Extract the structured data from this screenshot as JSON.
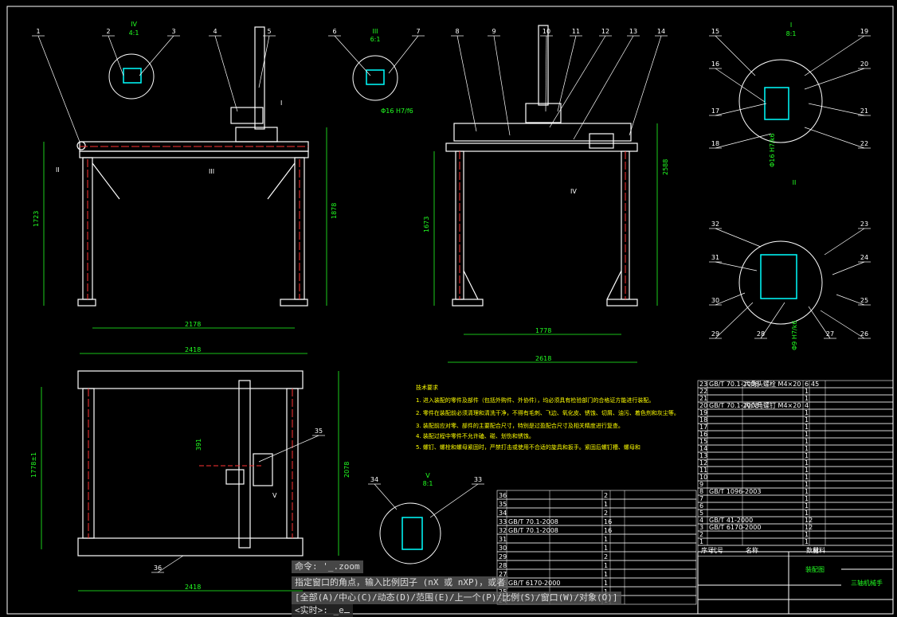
{
  "colors": {
    "background": "#000000",
    "lines": "#ffffff",
    "dimensions": "#22ff22",
    "centerlines": "#ff3333",
    "detail": "#00ffff",
    "notes": "#ffff00"
  },
  "part_callouts": [
    "1",
    "2",
    "3",
    "4",
    "5",
    "6",
    "7",
    "8",
    "9",
    "10",
    "11",
    "12",
    "13",
    "14",
    "15",
    "16",
    "17",
    "18",
    "19",
    "20",
    "21",
    "22",
    "23",
    "24",
    "25",
    "26",
    "27",
    "28",
    "29",
    "30",
    "31",
    "32",
    "33",
    "34",
    "35",
    "36"
  ],
  "section_labels": [
    "IV",
    "4:1",
    "III",
    "6:1",
    "I",
    "8:1",
    "II",
    "V",
    "8:1"
  ],
  "view_markers": [
    "II",
    "III",
    "I",
    "IV",
    "V"
  ],
  "dimensions": {
    "front_height_left": "1723",
    "front_height_right": "1878",
    "front_inner_width": "2178",
    "front_total_width": "2418",
    "side_height": "1673",
    "side_total_height": "2588",
    "side_inner_width": "1778",
    "side_total_width": "2618",
    "top_height_left": "1778±1",
    "top_height_right": "2078",
    "top_total_width": "2418",
    "top_small": "391",
    "detail_dim_1": "Φ16 H7/f6",
    "detail_dim_2": "Φ16 H7/k6",
    "detail_dim_3": "Φ9 H7/k6"
  },
  "tech_notes": {
    "title": "技术要求",
    "lines": [
      "1. 进入装配的零件及部件（包括外购件、外协件），均必须具有检验部门的合格证方能进行装配。",
      "2. 零件在装配前必须清理和清洗干净，不得有毛刺、飞边、氧化皮、锈蚀、切屑、油污、着色剂和灰尘等。",
      "3. 装配前应对零、部件的主要配合尺寸，特别是过盈配合尺寸及相关精度进行复查。",
      "4. 装配过程中零件不允许磕、碰、划伤和锈蚀。",
      "5. 螺钉、螺栓和螺母紧固时，严禁打击或使用不合适的旋具和扳手。紧固后螺钉槽、螺母和"
    ]
  },
  "parts_table_right": {
    "rows": [
      [
        "23",
        "GB/T 70.1-2008",
        "六角头螺栓 M4×20",
        "6",
        "45"
      ],
      [
        "22",
        "",
        "",
        "1",
        ""
      ],
      [
        "21",
        "",
        "",
        "1",
        ""
      ],
      [
        "20",
        "GB/T 70.1-2008",
        "内六角螺钉 M4×20",
        "4",
        ""
      ],
      [
        "19",
        "",
        "",
        "1",
        ""
      ],
      [
        "18",
        "",
        "",
        "1",
        ""
      ],
      [
        "17",
        "",
        "",
        "1",
        ""
      ],
      [
        "16",
        "",
        "",
        "1",
        ""
      ],
      [
        "15",
        "",
        "",
        "1",
        ""
      ],
      [
        "14",
        "",
        "",
        "1",
        ""
      ],
      [
        "13",
        "",
        "",
        "1",
        ""
      ],
      [
        "12",
        "",
        "",
        "1",
        ""
      ],
      [
        "11",
        "",
        "",
        "1",
        ""
      ],
      [
        "10",
        "",
        "",
        "1",
        ""
      ],
      [
        "9",
        "",
        "",
        "1",
        ""
      ],
      [
        "8",
        "GB/T 1096-2003",
        "",
        "1",
        ""
      ],
      [
        "7",
        "",
        "",
        "1",
        ""
      ],
      [
        "6",
        "",
        "",
        "1",
        ""
      ],
      [
        "5",
        "",
        "",
        "1",
        ""
      ],
      [
        "4",
        "GB/T 41-2000",
        "",
        "12",
        ""
      ],
      [
        "3",
        "GB/T 6170-2000",
        "",
        "12",
        ""
      ],
      [
        "2",
        "",
        "",
        "1",
        ""
      ],
      [
        "1",
        "",
        "",
        "1",
        ""
      ]
    ],
    "header": [
      "序号",
      "代号",
      "名称",
      "数量",
      "材料"
    ]
  },
  "parts_table_left": {
    "rows": [
      [
        "36",
        "",
        "",
        "2",
        ""
      ],
      [
        "35",
        "",
        "",
        "1",
        ""
      ],
      [
        "34",
        "",
        "",
        "2",
        ""
      ],
      [
        "33",
        "GB/T 70.1-2008",
        "",
        "16",
        ""
      ],
      [
        "32",
        "GB/T 70.1-2008",
        "",
        "16",
        ""
      ],
      [
        "31",
        "",
        "",
        "1",
        ""
      ],
      [
        "30",
        "",
        "",
        "1",
        ""
      ],
      [
        "29",
        "",
        "",
        "2",
        ""
      ],
      [
        "28",
        "",
        "",
        "1",
        ""
      ],
      [
        "27",
        "",
        "",
        "1",
        ""
      ],
      [
        "26",
        "GB/T 6170-2000",
        "",
        "1",
        ""
      ],
      [
        "25",
        "",
        "",
        "1",
        ""
      ],
      [
        "24",
        "",
        "",
        "1",
        ""
      ]
    ]
  },
  "title_block": {
    "title": "装配图",
    "project": "三轴机械手"
  },
  "command": {
    "line1": "命令: '_.zoom",
    "line2": "指定窗口的角点，输入比例因子 (nX 或 nXP)，或者",
    "line3": "[全部(A)/中心(C)/动态(D)/范围(E)/上一个(P)/比例(S)/窗口(W)/对象(O)]",
    "prompt": "<实时>: ",
    "input": "_e"
  }
}
